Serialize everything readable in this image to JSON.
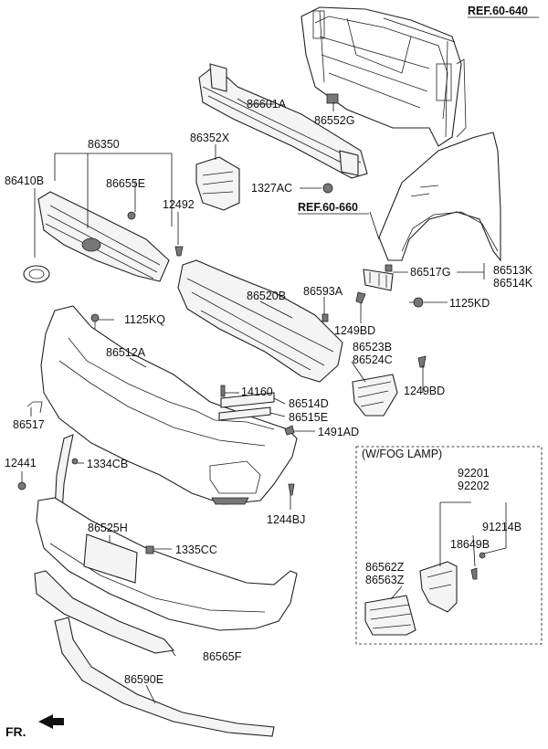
{
  "labels": {
    "ref_top": "REF.60-640",
    "ref_mid": "REF.60-660",
    "p86601A": "86601A",
    "p86552G": "86552G",
    "p86350": "86350",
    "p86352X": "86352X",
    "p86410B": "86410B",
    "p86655E": "86655E",
    "p12492": "12492",
    "p1327AC": "1327AC",
    "p86517G": "86517G",
    "p86513K": "86513K",
    "p86514K": "86514K",
    "p1125KD": "1125KD",
    "p86520B": "86520B",
    "p86593A": "86593A",
    "p1125KQ": "1125KQ",
    "p1249BD_a": "1249BD",
    "p86512A": "86512A",
    "p86523B": "86523B",
    "p86524C": "86524C",
    "p1249BD_b": "1249BD",
    "p14160": "14160",
    "p86514D": "86514D",
    "p86515E": "86515E",
    "p1491AD": "1491AD",
    "p86517": "86517",
    "p12441": "12441",
    "p1334CB": "1334CB",
    "p1244BJ": "1244BJ",
    "p86525H": "86525H",
    "p1335CC": "1335CC",
    "p86565F": "86565F",
    "p86590E": "86590E",
    "fog_title": "(W/FOG LAMP)",
    "p92201": "92201",
    "p92202": "92202",
    "p91214B": "91214B",
    "p18649B": "18649B",
    "p86562Z": "86562Z",
    "p86563Z": "86563Z",
    "fr": "FR."
  }
}
